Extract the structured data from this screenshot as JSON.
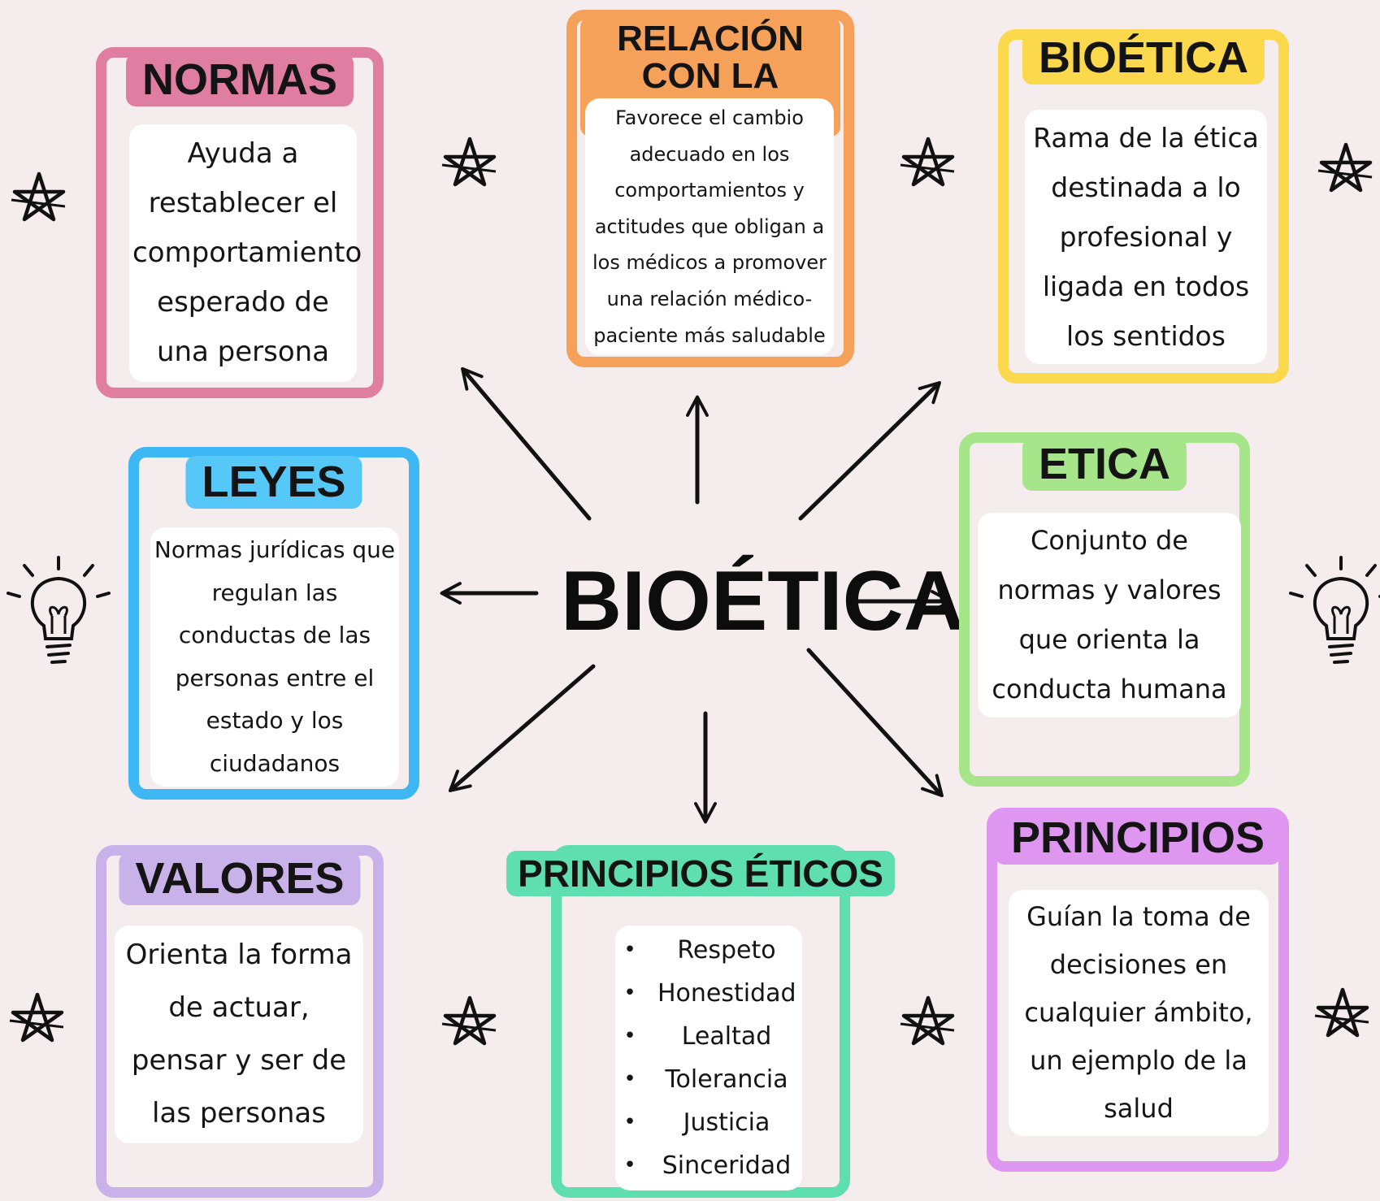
{
  "center": {
    "title": "BIOÉTICA"
  },
  "colors": {
    "background": "#f5ecee",
    "normas": "#e07ea2",
    "relacion": "#f5a15a",
    "bioetica": "#fcd84c",
    "leyes": "#3db8f5",
    "etica": "#a6e58a",
    "valores": "#c9b2ea",
    "principios_eticos": "#5fdfb0",
    "principios": "#de96f0"
  },
  "cards": {
    "normas": {
      "title": "NORMAS",
      "text": "Ayuda a restablecer el comportamiento esperado de una persona"
    },
    "relacion": {
      "title": "RELACIÓN CON LA SALUD",
      "text": "Favorece el cambio adecuado en los comportamientos y actitudes que obligan a los médicos a promover una relación médico-paciente más saludable"
    },
    "bioetica": {
      "title": "BIOÉTICA",
      "text": "Rama de la ética destinada a lo profesional y ligada en todos los sentidos"
    },
    "leyes": {
      "title": "LEYES",
      "text": "Normas jurídicas que regulan las conductas de las personas entre el estado y los ciudadanos"
    },
    "etica": {
      "title": "ETICA",
      "text": "Conjunto de normas y valores que orienta la conducta humana"
    },
    "valores": {
      "title": "VALORES",
      "text": "Orienta la forma de actuar, pensar y ser de las personas"
    },
    "principios_eticos": {
      "title": "PRINCIPIOS ÉTICOS",
      "items": [
        "Respeto",
        "Honestidad",
        "Lealtad",
        "Tolerancia",
        "Justicia",
        "Sinceridad"
      ]
    },
    "principios": {
      "title": "PRINCIPIOS",
      "text": "Guían la toma de decisiones en cualquier ámbito, un ejemplo de la salud"
    }
  },
  "decorations": {
    "star_icon": "star-icon",
    "bulb_icon": "lightbulb-icon"
  }
}
